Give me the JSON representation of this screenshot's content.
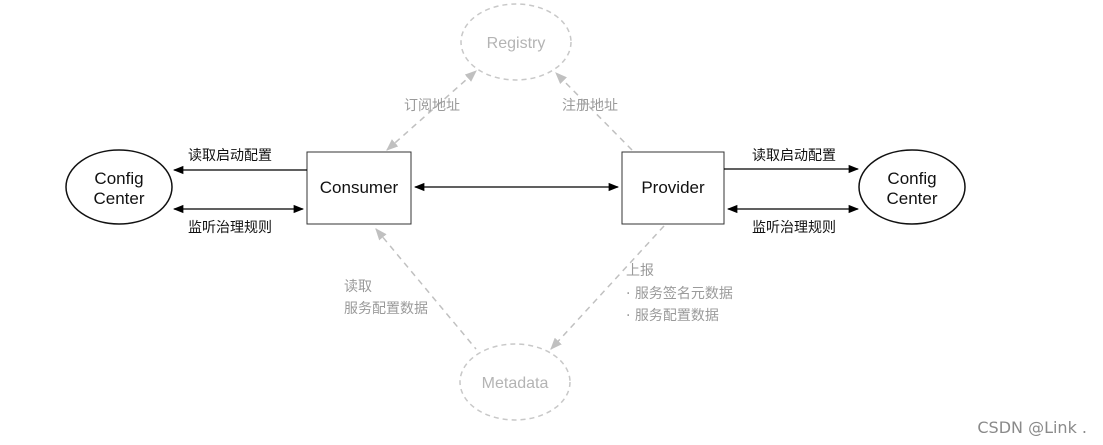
{
  "nodes": {
    "registry": "Registry",
    "metadata": "Metadata",
    "consumer": "Consumer",
    "provider": "Provider",
    "config_center_left": [
      "Config",
      "Center"
    ],
    "config_center_right": [
      "Config",
      "Center"
    ]
  },
  "edges": {
    "subscribe_address": "订阅地址",
    "register_address": "注册地址",
    "read_startup_config_left": "读取启动配置",
    "listen_governance_left": "监听治理规则",
    "read_startup_config_right": "读取启动配置",
    "listen_governance_right": "监听治理规则",
    "consumer_read": "读取",
    "consumer_read_detail": "服务配置数据",
    "provider_report": "上报",
    "provider_report_item1": "· 服务签名元数据",
    "provider_report_item2": "· 服务配置数据"
  },
  "watermark": "CSDN @Link ."
}
